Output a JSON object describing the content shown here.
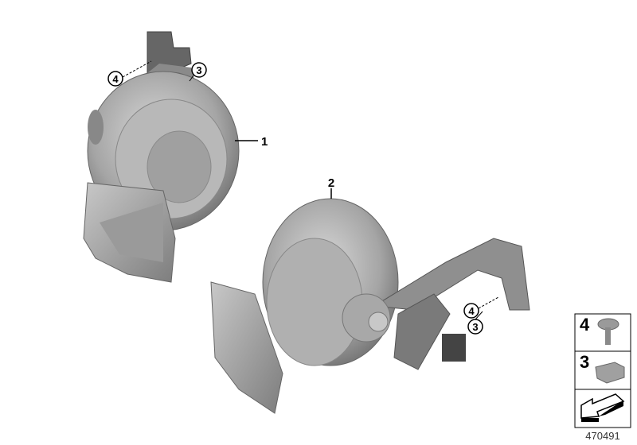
{
  "callouts": {
    "part_1": "1",
    "part_2": "2",
    "screw_top": "4",
    "nut_top": "3",
    "screw_right": "4",
    "nut_right": "3"
  },
  "legend": {
    "items": [
      {
        "number": "4",
        "icon": "screw-icon"
      },
      {
        "number": "3",
        "icon": "clip-nut-icon"
      },
      {
        "number": "",
        "icon": "arrow-icon"
      }
    ]
  },
  "diagram_number": "470491",
  "colors": {
    "part_fill": "#a9a9a9",
    "part_dark": "#6f6f6f",
    "part_light": "#d4d4d4"
  }
}
